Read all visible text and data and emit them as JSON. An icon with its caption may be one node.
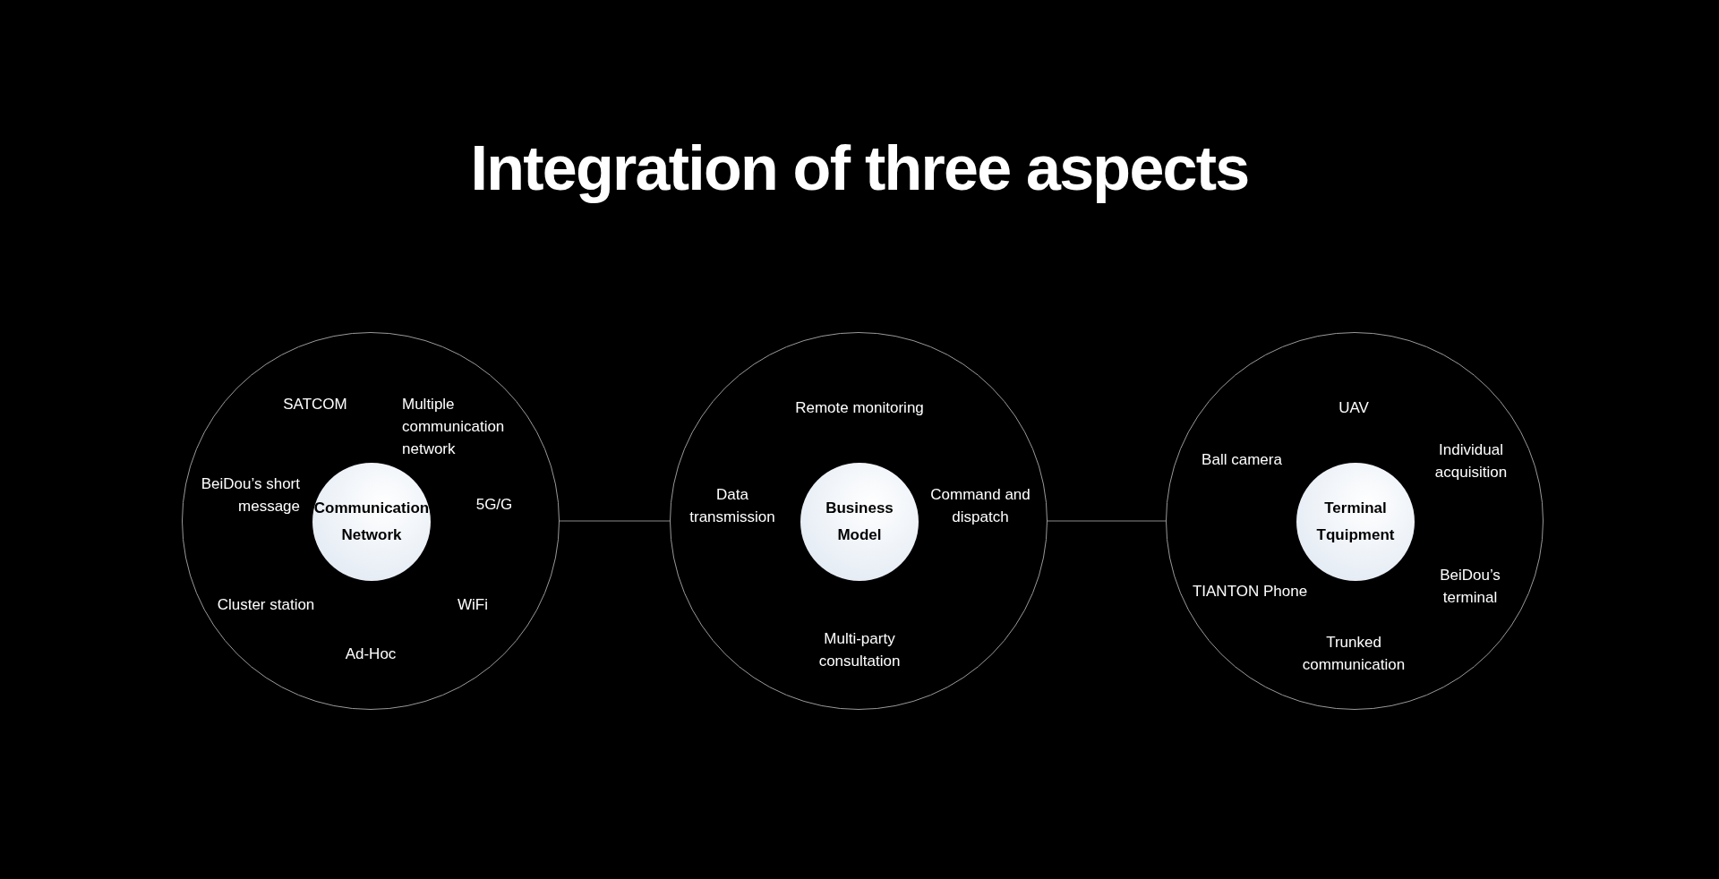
{
  "diagram": {
    "title": "Integration of three aspects",
    "nodes": [
      {
        "text": [
          "SATCOM",
          "Multiple communication network",
          "BeiDou’s short message",
          "5G/G",
          "Cluster station",
          "WiFi",
          "Ad-Hoc"
        ]
      },
      {
        "text": [
          "Communication Network"
        ],
        "in": 0
      },
      {
        "text": [
          "Remote monitoring",
          "Data transmission",
          "Command and dispatch",
          "Multi-party consultation"
        ]
      },
      {
        "text": [
          "Business Model"
        ],
        "in": 2
      },
      {
        "text": [
          "UAV",
          "Ball camera",
          "Individual acquisition",
          "TIANTON Phone",
          "BeiDou’s terminal",
          "Trunked communication"
        ]
      },
      {
        "text": [
          "Terminal Tquipment"
        ],
        "in": 4
      }
    ],
    "edges": [
      {
        "from": 0,
        "to": 2,
        "arrow": "none"
      },
      {
        "from": 2,
        "to": 4,
        "arrow": "none"
      }
    ]
  }
}
